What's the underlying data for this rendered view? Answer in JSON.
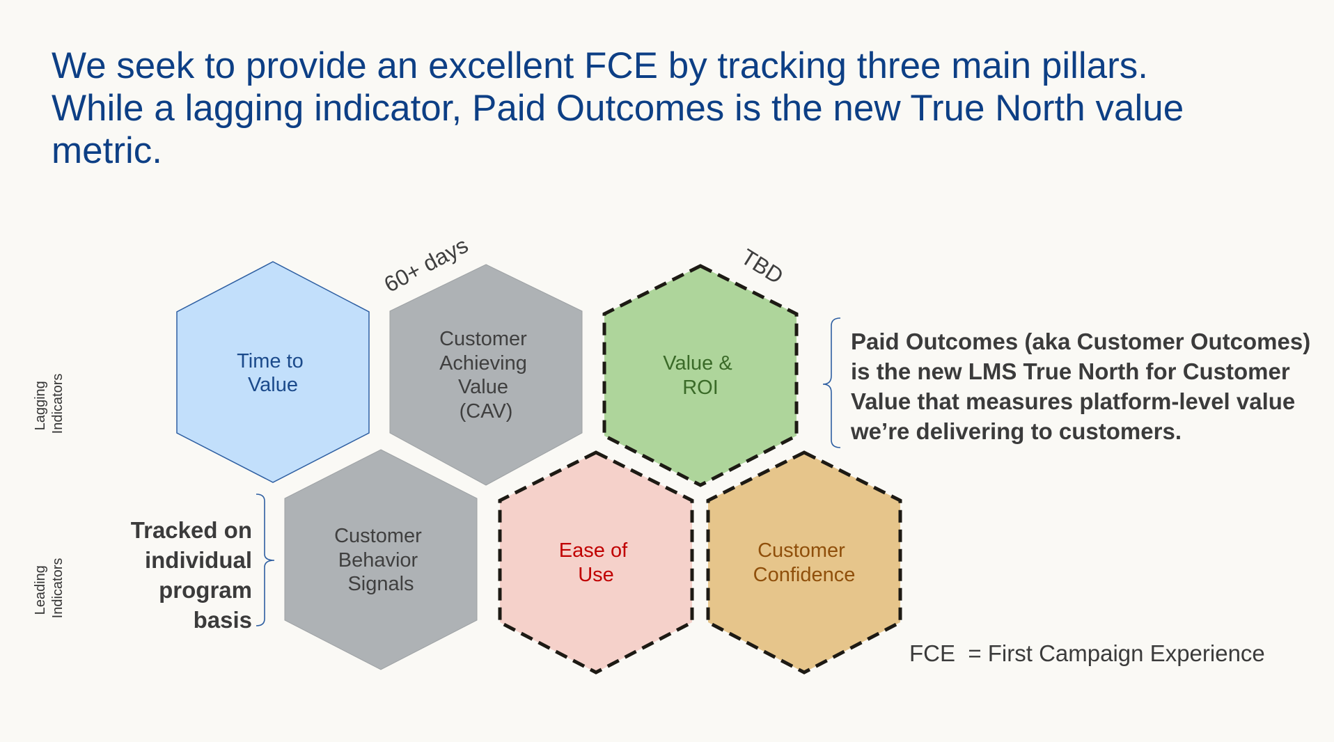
{
  "title": {
    "lines": [
      "We seek to provide an excellent FCE by tracking three main pillars.",
      "While a lagging indicator, Paid Outcomes is the new True North value",
      "metric."
    ]
  },
  "colors": {
    "title": "#0d3f85",
    "time_to_value_fill": "#c2dffb",
    "time_to_value_stroke": "#2d5ea1",
    "time_to_value_text": "#1b4a8b",
    "gray_fill": "#aeb2b5",
    "gray_text": "#3f3f3f",
    "green_fill": "#aed59b",
    "green_text": "#3a6a28",
    "pink_fill": "#f5d1ca",
    "pink_text": "#c00000",
    "tan_fill": "#e6c58b",
    "tan_text": "#8f4f0b",
    "dashed_stroke": "#1d1a14"
  },
  "hexagons": [
    {
      "id": "time-to-value",
      "lines": [
        "Time to",
        "Value"
      ],
      "style": "solid-blue"
    },
    {
      "id": "customer-achieving-value",
      "lines": [
        "Customer",
        "Achieving",
        "Value",
        "(CAV)"
      ],
      "style": "solid-gray"
    },
    {
      "id": "value-roi",
      "lines": [
        "Value &",
        "ROI"
      ],
      "style": "dashed-green"
    },
    {
      "id": "customer-behavior-signals",
      "lines": [
        "Customer",
        "Behavior",
        "Signals"
      ],
      "style": "solid-gray"
    },
    {
      "id": "ease-of-use",
      "lines": [
        "Ease of",
        "Use"
      ],
      "style": "dashed-pink"
    },
    {
      "id": "customer-confidence",
      "lines": [
        "Customer",
        "Confidence"
      ],
      "style": "dashed-tan"
    }
  ],
  "annotations": {
    "cav_timing": "60+ days",
    "value_roi_timing": "TBD"
  },
  "row_labels": {
    "lagging": [
      "Lagging",
      "Indicators"
    ],
    "leading": [
      "Leading",
      "Indicators"
    ]
  },
  "notes": {
    "paid_outcomes": "Paid Outcomes (aka Customer Outcomes) is the new LMS True North for Customer Value that measures platform-level value we’re delivering to customers.",
    "tracked": [
      "Tracked on",
      "individual",
      "program",
      "basis"
    ]
  },
  "footer": "FCE  = First Campaign Experience"
}
